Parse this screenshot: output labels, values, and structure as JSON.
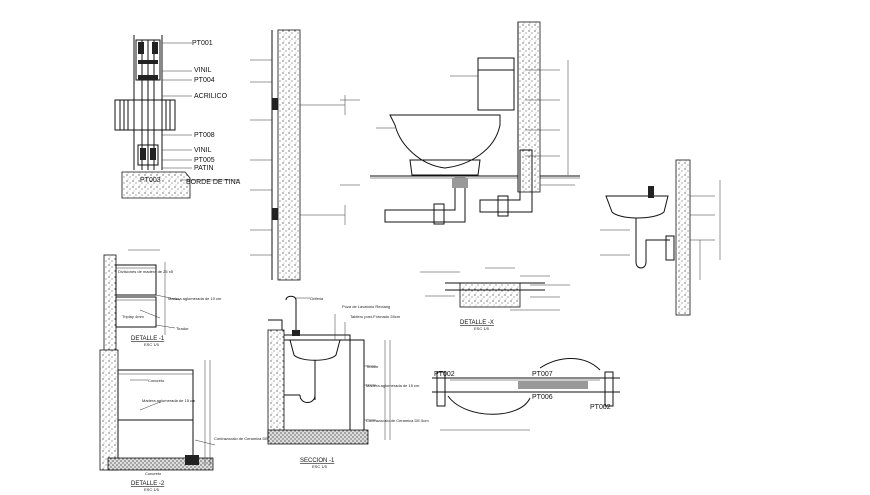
{
  "bath_detail": {
    "labels": [
      "PT001",
      "VINIL",
      "PT004",
      "ACRILICO",
      "PT008",
      "VINIL",
      "PT005",
      "PATIN",
      "PT003",
      "BORDE DE TINA"
    ]
  },
  "cabinet_detail": {
    "title": "DETALLE -1",
    "scale": "ESC 1/5",
    "labels": [
      "Divisiones de madera de 25 x5",
      "Madera aglomerada de 10 cm",
      "Triplay 4mm",
      "Tirador"
    ]
  },
  "cabinet_detail_2": {
    "title": "DETALLE -2",
    "scale": "ESC 1/5",
    "labels": [
      "Concreto",
      "Madera aglomerada de 15 cm",
      "Contrazocalo de Ceramica DE.5cm",
      "Concreto"
    ]
  },
  "section_detail": {
    "title": "SECCION -1",
    "scale": "ESC 1/5",
    "labels": [
      "Griferia",
      "Poza de Lavatorio Rectang",
      "Tablero post-Formado 28cm",
      "Tirador",
      "Madera aglomerada de 15 cm",
      "Contrazocalo de Ceramica DE.5cm"
    ]
  },
  "detail_x": {
    "title": "DETALLE -X",
    "scale": "ESC 1/5"
  },
  "plan_detail": {
    "labels": [
      "PT002",
      "PT007",
      "PT006",
      "PT002"
    ]
  },
  "colors": {
    "ink": "#111111",
    "paper": "#ffffff"
  }
}
